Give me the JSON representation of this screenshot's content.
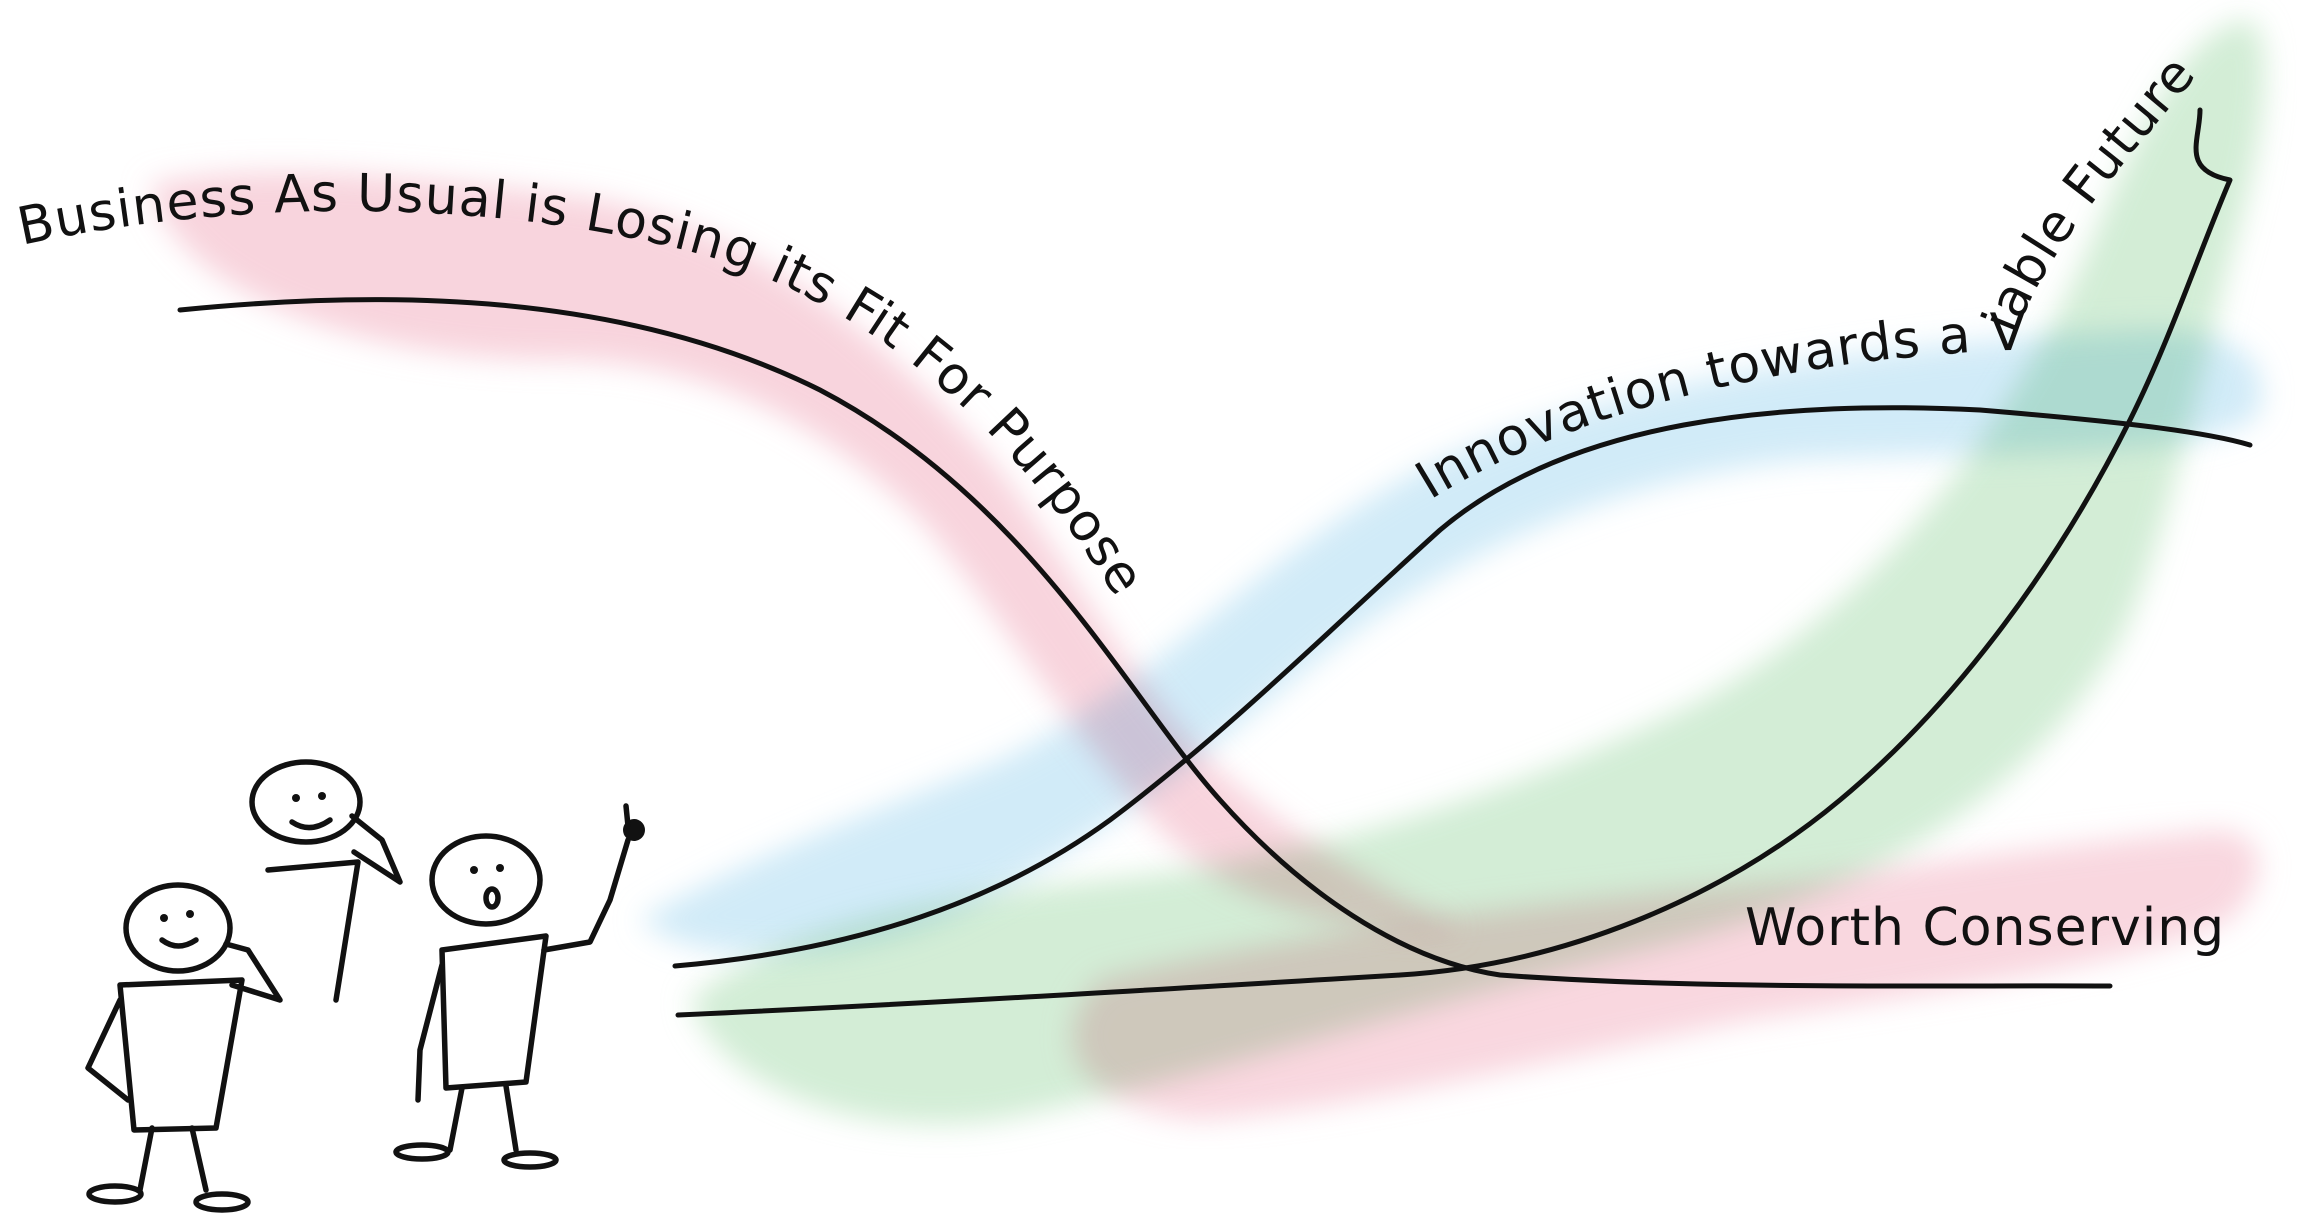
{
  "diagram": {
    "curves": [
      {
        "id": "business-as-usual",
        "label": "Business As Usual is Losing its Fit For Purpose",
        "band_color": "#f2b8c6"
      },
      {
        "id": "innovation",
        "label": "Innovation towards a  Viable Future",
        "band_color": "#b9e0f2"
      },
      {
        "id": "viable-future",
        "label": "",
        "band_color": "#bfe3c4"
      },
      {
        "id": "worth-conserving",
        "label": "Worth Conserving",
        "band_color": "#f2b8c6"
      }
    ],
    "figures": [
      {
        "id": "figure-thinking-left",
        "expression": "smiling, hand on chin"
      },
      {
        "id": "figure-scratching-head",
        "expression": "smiling, hand on head"
      },
      {
        "id": "figure-pointing",
        "expression": "surprised, pointing up"
      }
    ]
  }
}
